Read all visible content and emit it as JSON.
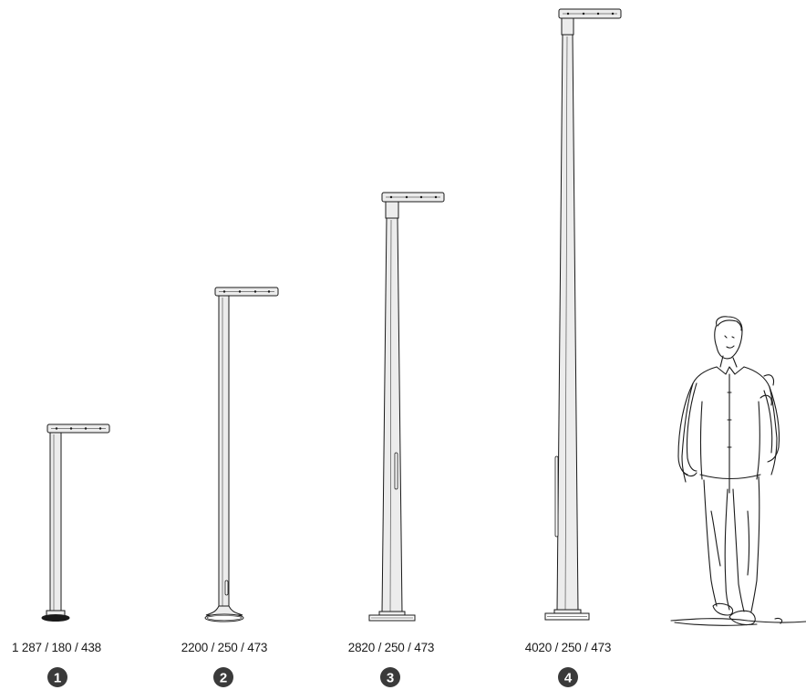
{
  "colors": {
    "ink": "#1a1a1a",
    "pole_fill": "#ececec",
    "badge": "#3a3a3a",
    "badge_text": "#ffffff"
  },
  "poles": [
    {
      "label": "1 287 / 180 / 438",
      "number": "1",
      "base": "round-flange"
    },
    {
      "label": "2200 / 250 / 473",
      "number": "2",
      "base": "round-flange"
    },
    {
      "label": "2820 / 250 / 473",
      "number": "3",
      "base": "square-plate"
    },
    {
      "label": "4020 / 250 / 473",
      "number": "4",
      "base": "square-plate"
    }
  ],
  "scale_figure": {
    "icon": "walking-person-sketch-icon"
  }
}
